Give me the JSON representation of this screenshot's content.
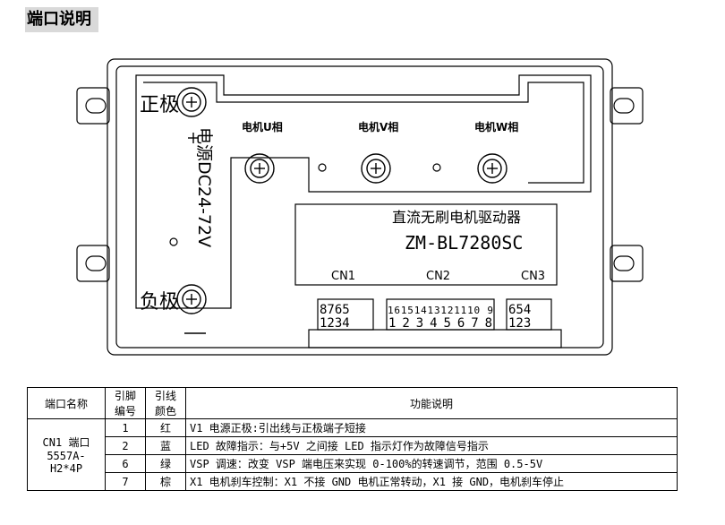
{
  "heading": "端口说明",
  "drawing": {
    "pos_terminal": "正极",
    "neg_terminal": "负极",
    "power_label": "电源DC24-72V",
    "motor_u": "电机U相",
    "motor_v": "电机V相",
    "motor_w": "电机W相",
    "product_name": "直流无刷电机驱动器",
    "model": "ZM-BL7280SC",
    "cn1": "CN1",
    "cn2": "CN2",
    "cn3": "CN3",
    "cn1_top": "8765",
    "cn1_bottom": "1234",
    "cn2_top": "16151413121110 9",
    "cn2_bottom": "12345678",
    "cn3_top": "654",
    "cn3_bottom": "123"
  },
  "table": {
    "headers": {
      "port_name": "端口名称",
      "pin_l1": "引脚",
      "pin_l2": "编号",
      "wire_l1": "引线",
      "wire_l2": "颜色",
      "function": "功能说明"
    },
    "port_line1": "CN1 端口",
    "port_line2": "5557A-H2*4P",
    "rows": [
      {
        "pin": "1",
        "color": "红",
        "desc": "V1 电源正极:引出线与正极端子短接"
      },
      {
        "pin": "2",
        "color": "蓝",
        "desc": "LED 故障指示：与+5V 之间接 LED 指示灯作为故障信号指示"
      },
      {
        "pin": "6",
        "color": "绿",
        "desc": "VSP 调速：改变 VSP 端电压来实现 0-100%的转速调节，范围 0.5-5V"
      },
      {
        "pin": "7",
        "color": "棕",
        "desc": "X1 电机刹车控制：X1 不接 GND 电机正常转动，X1 接 GND，电机刹车停止"
      }
    ]
  }
}
